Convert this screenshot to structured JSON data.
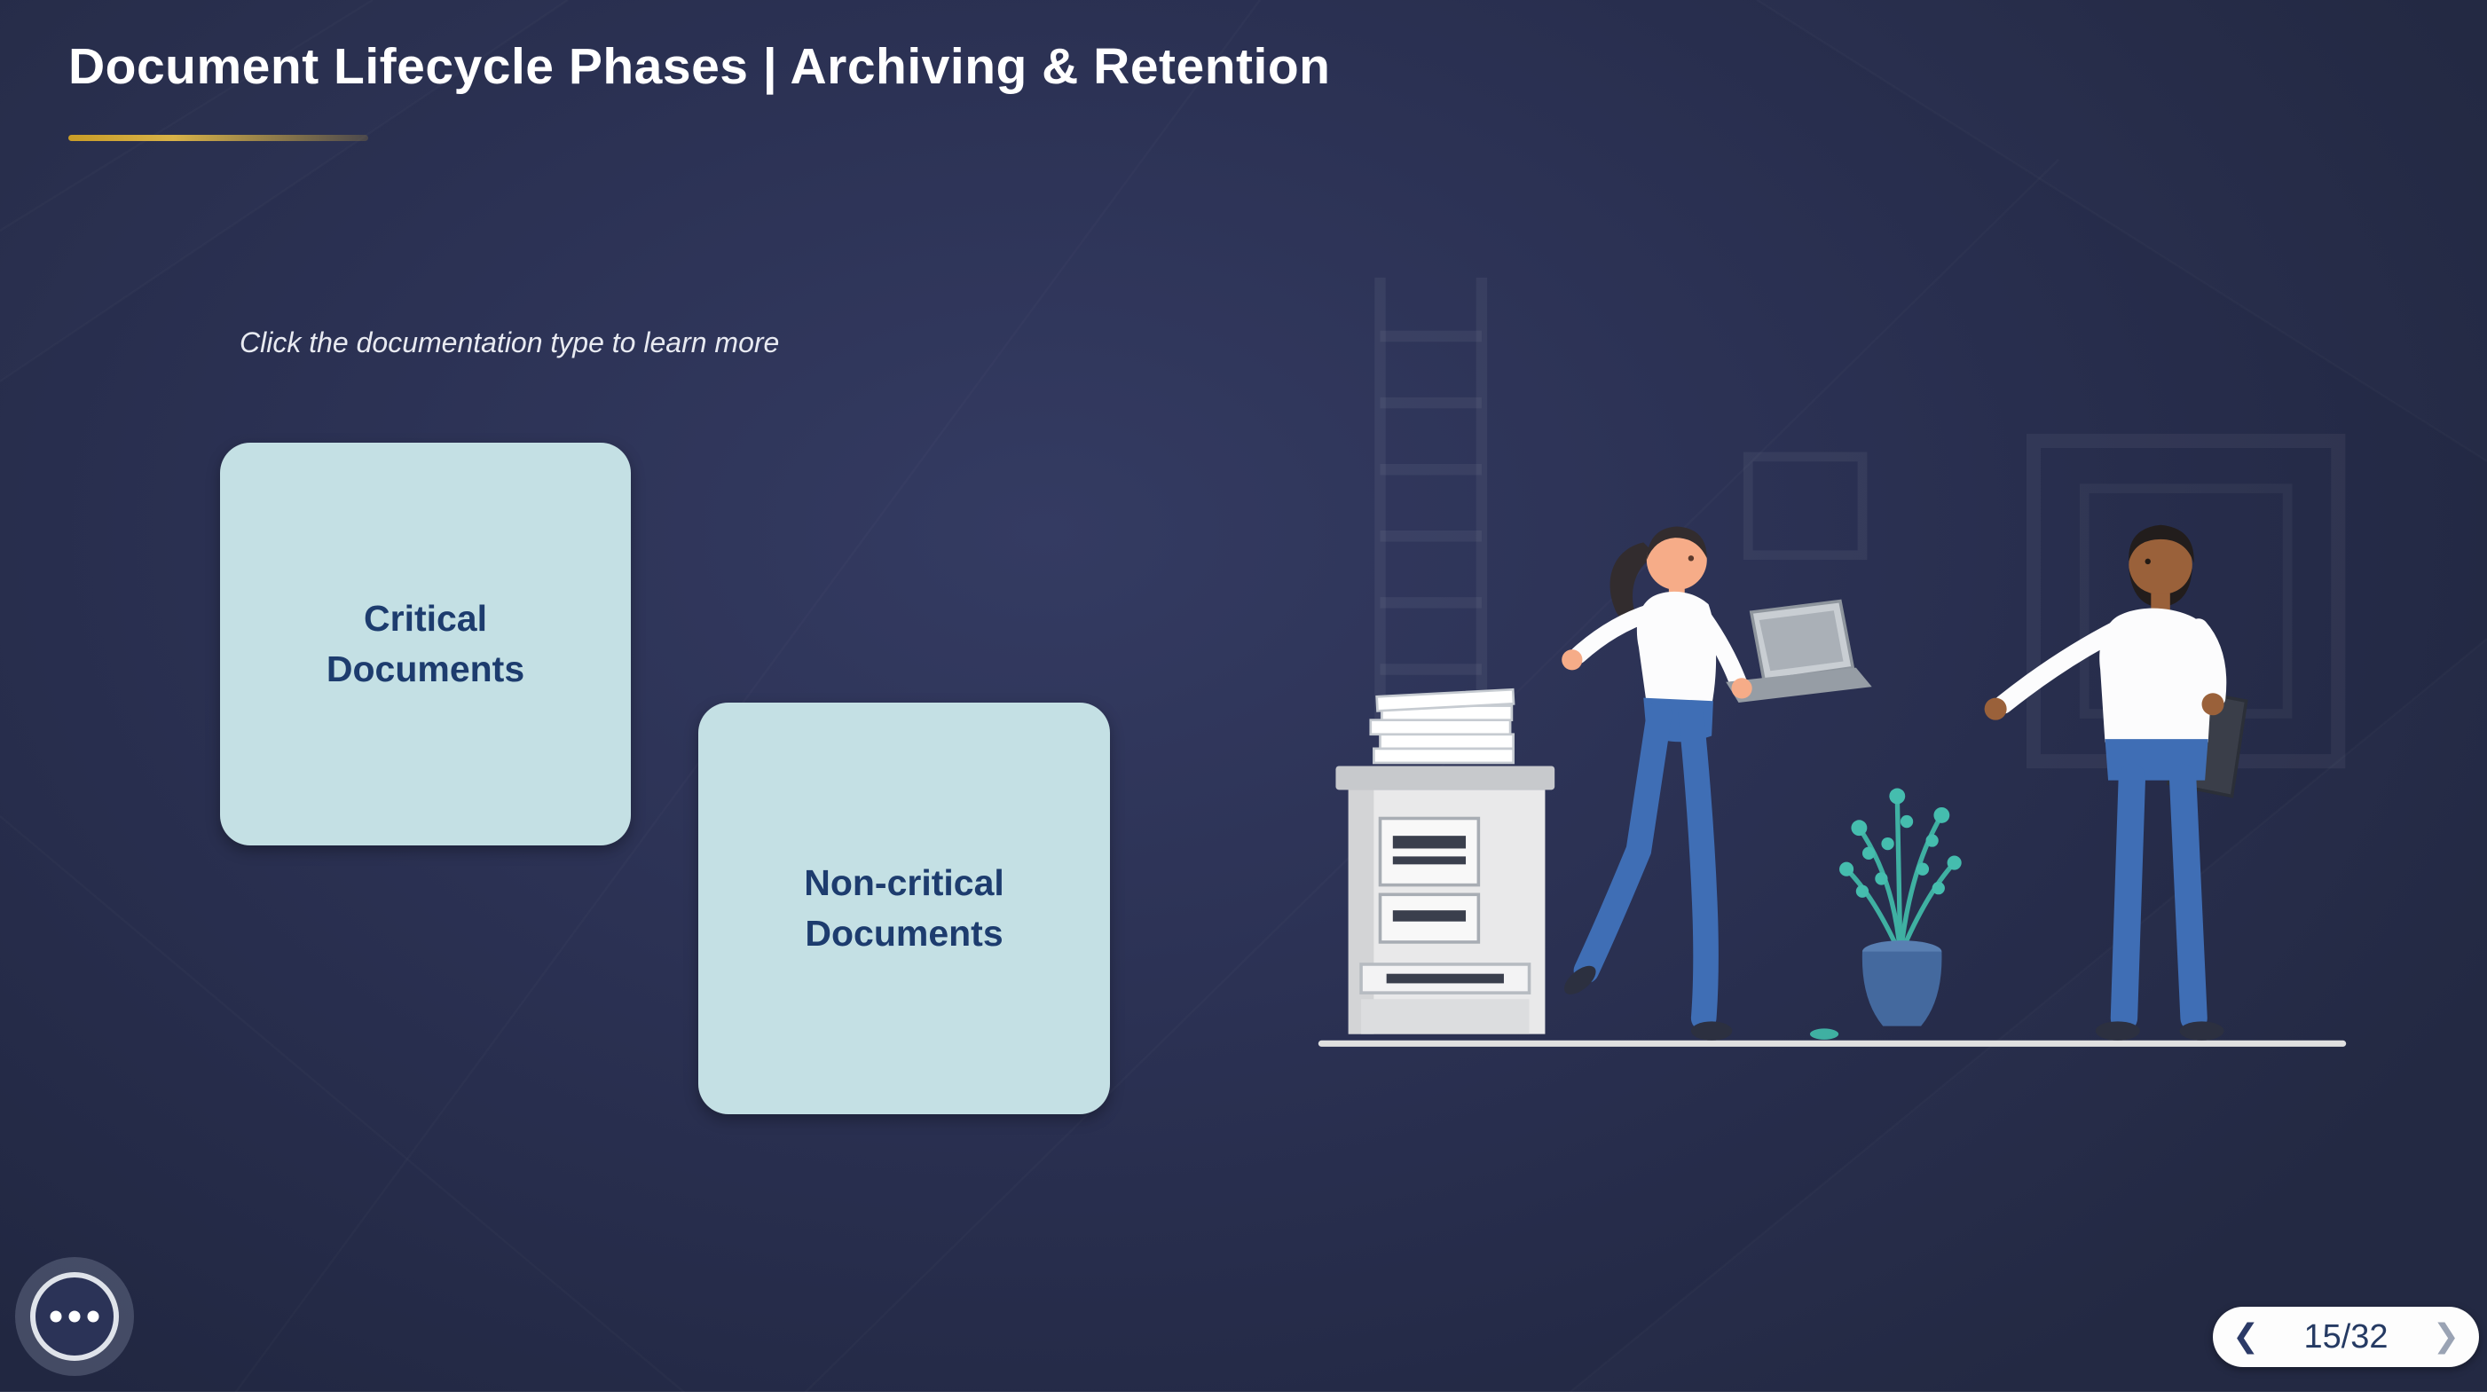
{
  "header": {
    "title": "Document Lifecycle Phases | Archiving & Retention"
  },
  "instruction": "Click the documentation type to learn more",
  "cards": [
    {
      "id": "critical",
      "label": "Critical Documents"
    },
    {
      "id": "non-critical",
      "label": "Non-critical Documents"
    }
  ],
  "pager": {
    "current": "15/32"
  },
  "icons": {
    "chevron_left": "❮",
    "chevron_right": "❯",
    "menu": "ellipsis"
  },
  "colors": {
    "background": "#2B3153",
    "card_bg": "#C4E0E4",
    "card_text": "#1D3C6E",
    "accent_gold": "#D2A62F",
    "title_text": "#FFFFFF",
    "pager_bg": "#FDFDFD",
    "pager_text": "#253A63"
  },
  "illustration": {
    "elements": [
      "ladder",
      "picture-frames",
      "photocopier",
      "paper-stack",
      "woman-with-laptop",
      "potted-plant",
      "man-with-folder",
      "floor-line"
    ]
  }
}
